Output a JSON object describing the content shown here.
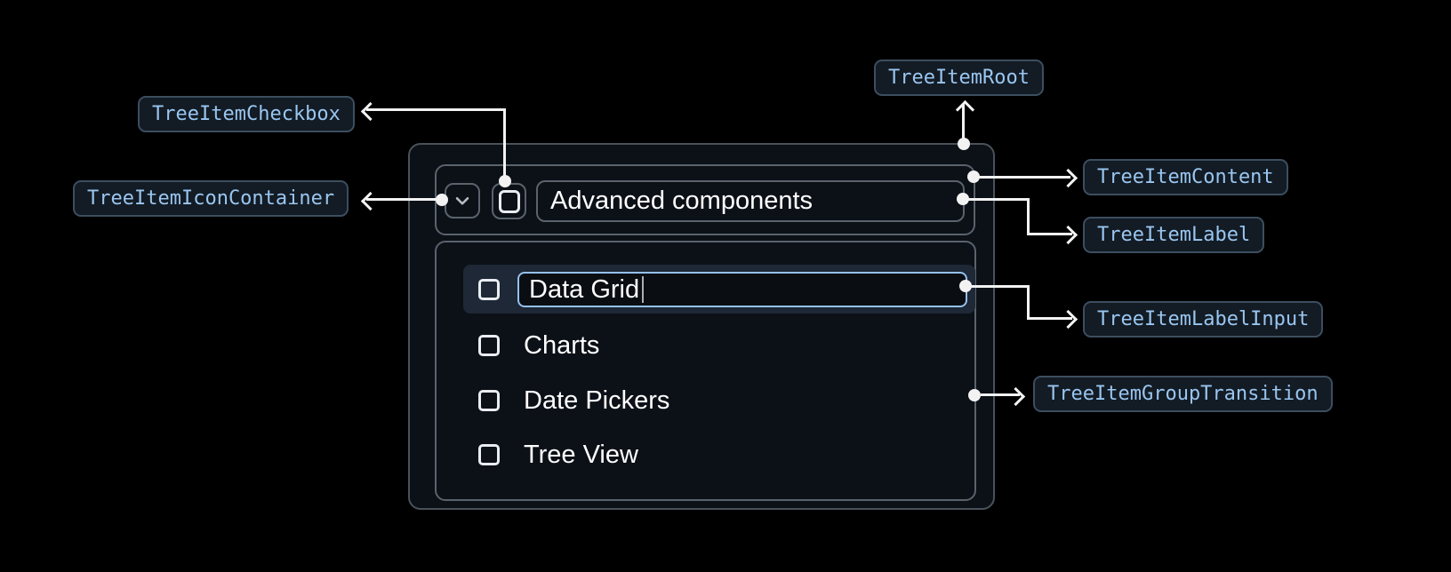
{
  "diagram": {
    "badges": [
      {
        "id": "tree-item-checkbox",
        "label": "TreeItemCheckbox"
      },
      {
        "id": "tree-item-icon-container",
        "label": "TreeItemIconContainer"
      },
      {
        "id": "tree-item-root",
        "label": "TreeItemRoot"
      },
      {
        "id": "tree-item-content",
        "label": "TreeItemContent"
      },
      {
        "id": "tree-item-label",
        "label": "TreeItemLabel"
      },
      {
        "id": "tree-item-label-input",
        "label": "TreeItemLabelInput"
      },
      {
        "id": "tree-item-group-transition",
        "label": "TreeItemGroupTransition"
      }
    ]
  },
  "tree": {
    "root_item": {
      "label": "Advanced components",
      "expanded": true,
      "checkbox_checked": false
    },
    "children": [
      {
        "label": "Data Grid",
        "state": "editing",
        "checkbox_checked": false
      },
      {
        "label": "Charts",
        "checkbox_checked": false
      },
      {
        "label": "Date Pickers",
        "checkbox_checked": false
      },
      {
        "label": "Tree View",
        "checkbox_checked": false
      }
    ]
  },
  "icons": {
    "expand": "chevron-down-icon",
    "checkbox": "checkbox-unchecked-icon"
  },
  "colors": {
    "page_background": "#000000",
    "component_background": "#0c1017",
    "outer_border": "#49525b",
    "inner_border": "#5a636d",
    "selected_row_background": "#1e2836",
    "input_focus_border": "#94c1ef",
    "badge_background": "#131b24",
    "badge_border": "#3c4e5f",
    "badge_text": "#99c6f0",
    "connector": "#f2f2f2",
    "text": "#ffffff"
  }
}
